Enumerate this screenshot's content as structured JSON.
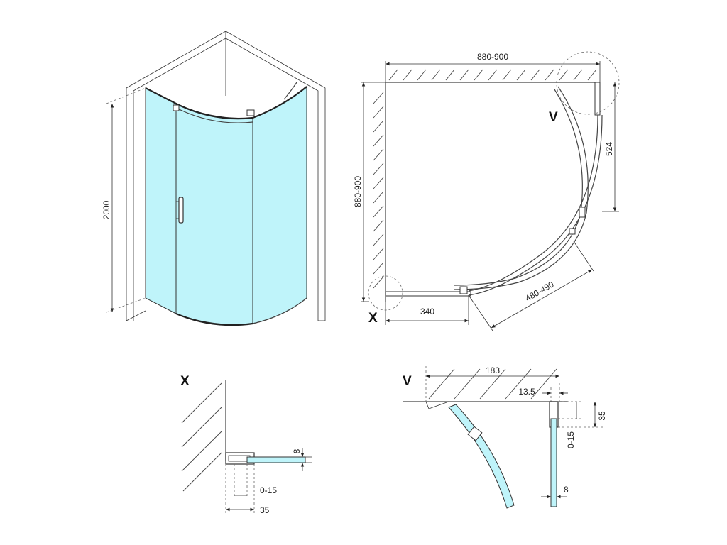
{
  "colors": {
    "glass": "#bff4fa",
    "line": "#333333",
    "background": "#ffffff"
  },
  "labels": {
    "detail_v": "V",
    "detail_x": "X",
    "section_x": "X",
    "section_v": "V"
  },
  "dimensions": {
    "height_2000": "2000",
    "width_top": "880-900",
    "depth_left": "880-900",
    "radius_524": "524",
    "door_340": "340",
    "arc_480_490": "480-490",
    "x_8": "8",
    "x_0_15": "0-15",
    "x_35": "35",
    "v_183": "183",
    "v_13_5": "13.5",
    "v_0_15": "0-15",
    "v_35": "35",
    "v_8": "8"
  }
}
